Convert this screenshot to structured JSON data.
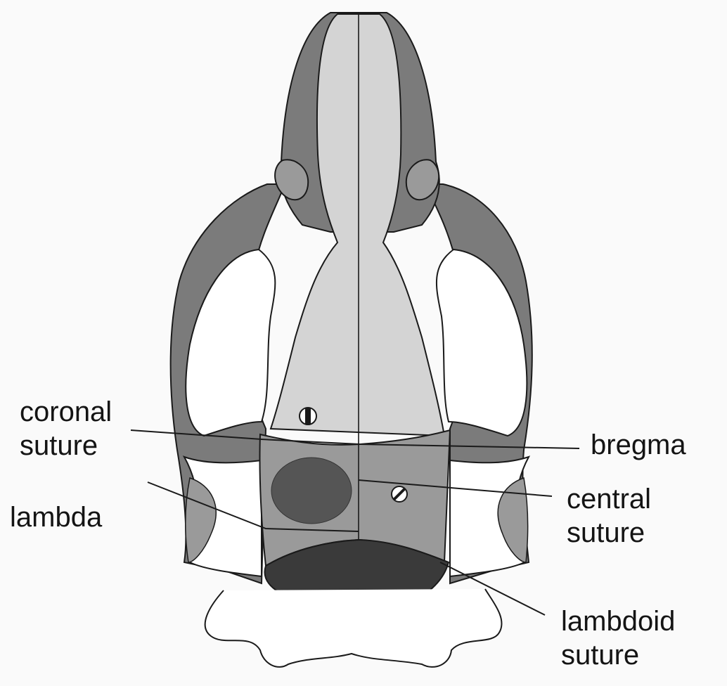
{
  "labels": {
    "coronal": [
      "coronal",
      "suture"
    ],
    "bregma": "bregma",
    "lambda": "lambda",
    "central": [
      "central",
      "suture"
    ],
    "lambdoid": [
      "lambdoid",
      "suture"
    ]
  },
  "colors": {
    "background": "#fafafa",
    "outline": "#1a1a1a",
    "dark_bone": "#7b7b7b",
    "light_bone": "#d4d4d4",
    "mid_bone": "#9a9a9a",
    "white_region": "#ffffff",
    "spot": "#555555",
    "interparietal": "#3a3a3a"
  }
}
